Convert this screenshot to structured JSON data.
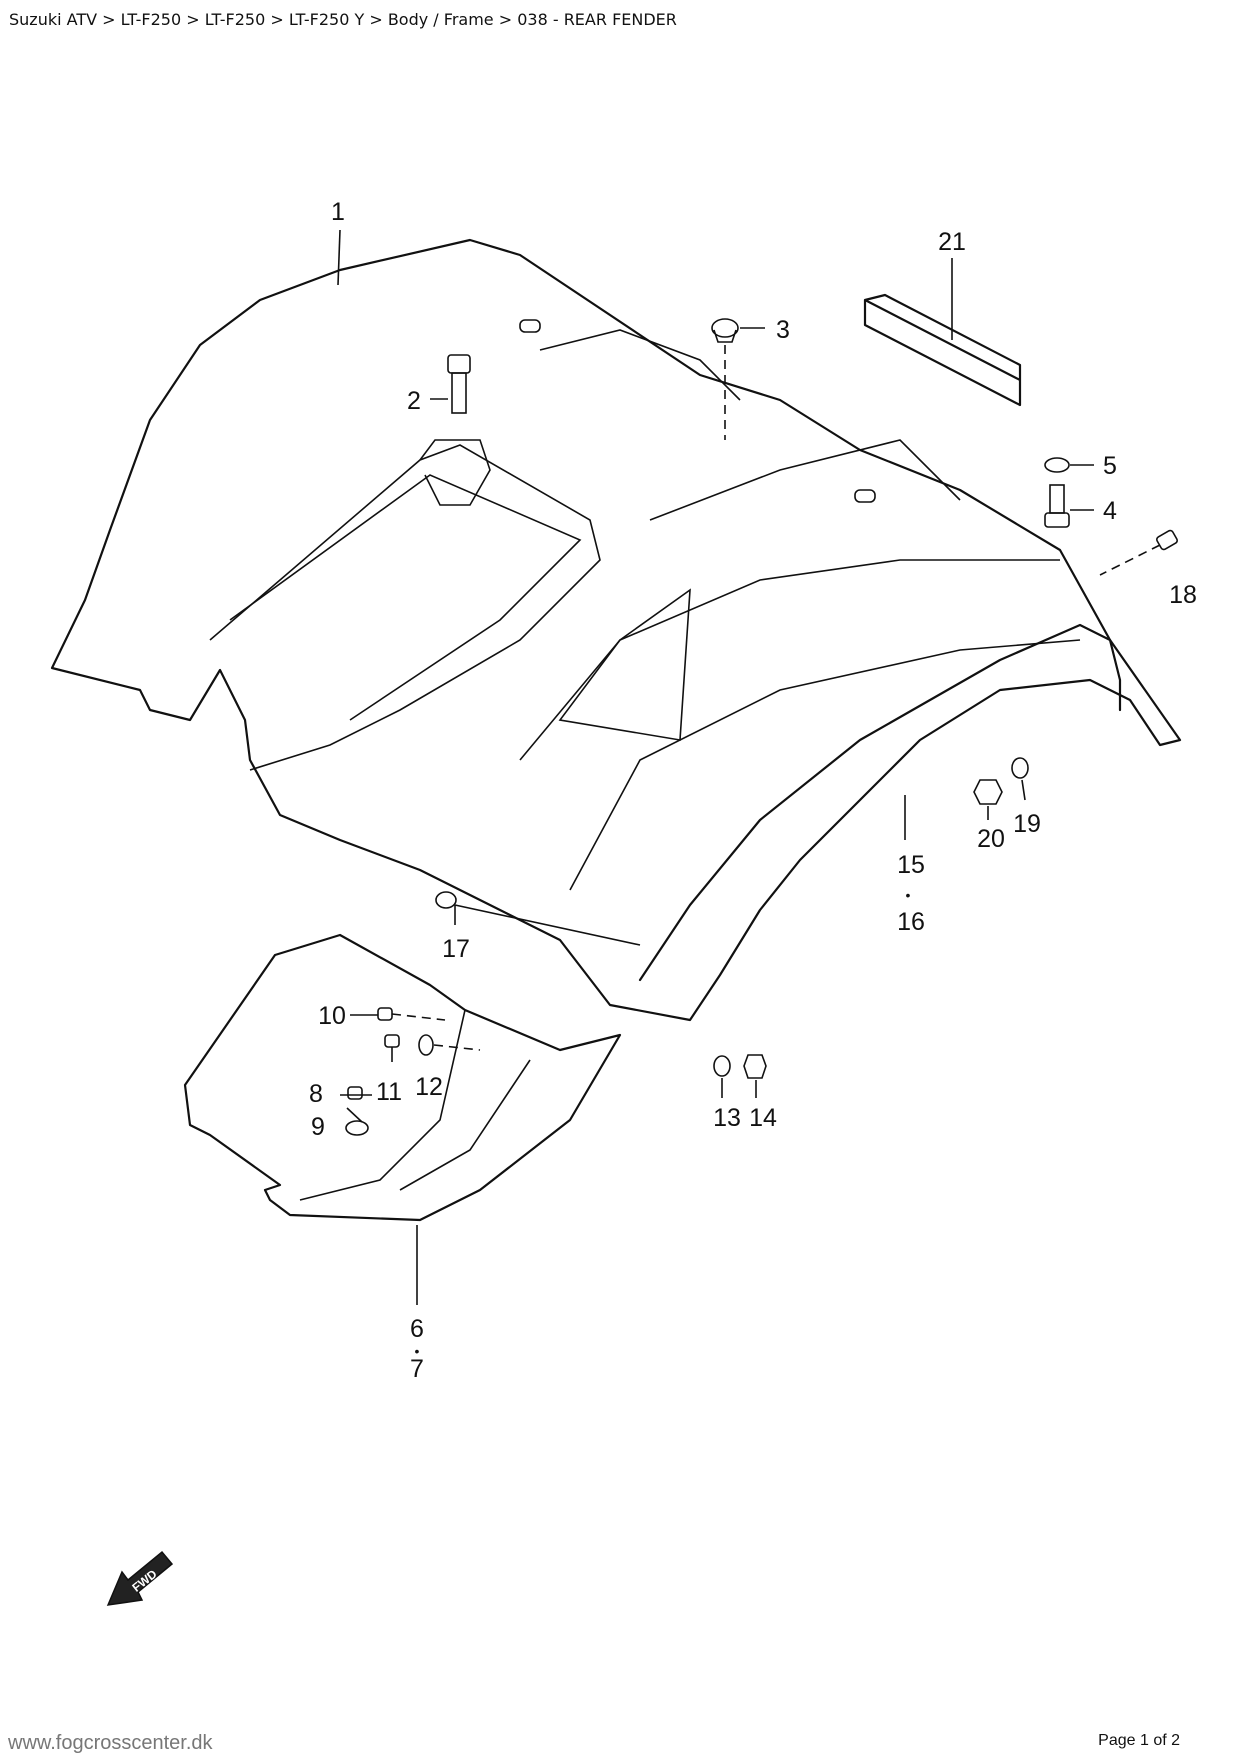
{
  "breadcrumb": "Suzuki ATV > LT-F250 > LT-F250 > LT-F250 Y > Body / Frame > 038 - REAR FENDER",
  "diagram": {
    "labels": {
      "p1": "1",
      "p2": "2",
      "p3": "3",
      "p4": "4",
      "p5": "5",
      "p6": "6",
      "p7": "7",
      "p8": "8",
      "p9": "9",
      "p10": "10",
      "p11": "11",
      "p12": "12",
      "p13": "13",
      "p14": "14",
      "p15": "15",
      "p16": "16",
      "p17": "17",
      "p18": "18",
      "p19": "19",
      "p20": "20",
      "p21": "21",
      "dot": "•"
    },
    "fwd_label": "FWD"
  },
  "footer": {
    "website": "www.fogcrosscenter.dk",
    "page": "Page 1 of 2"
  }
}
